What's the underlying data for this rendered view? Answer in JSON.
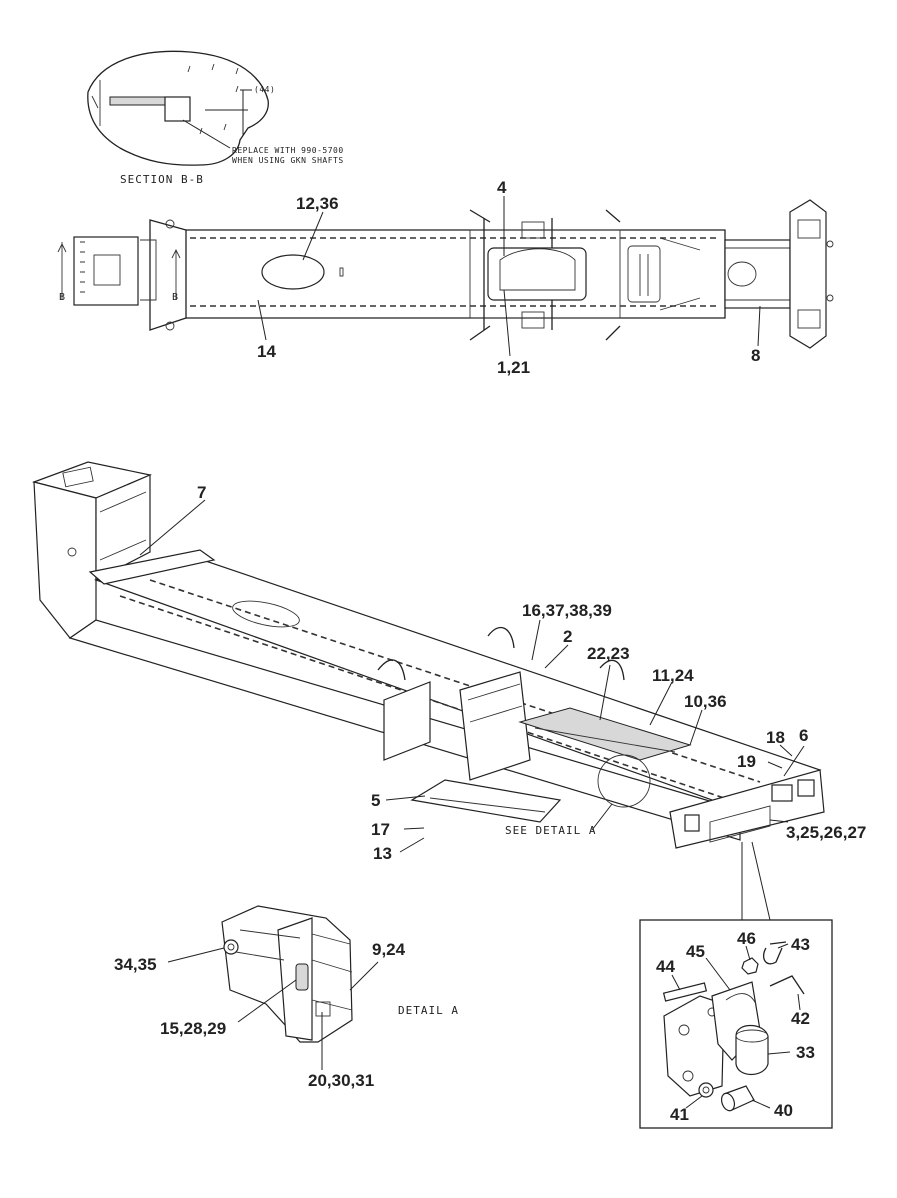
{
  "section": {
    "note_dim": "(44)",
    "note_line1": "REPLACE WITH 990-5700",
    "note_line2": "WHEN USING GKN SHAFTS",
    "caption": "SECTION B-B",
    "cut_letter": "B"
  },
  "detail": {
    "see_label": "SEE DETAIL A",
    "caption": "DETAIL A"
  },
  "callouts": {
    "c4": "4",
    "c12_36_top": "12,36",
    "c14": "14",
    "c1_21": "1,21",
    "c8": "8",
    "c7": "7",
    "c16_37_38_39": "16,37,38,39",
    "c2": "2",
    "c22_23": "22,23",
    "c11_24": "11,24",
    "c10_36": "10,36",
    "c18": "18",
    "c6": "6",
    "c19": "19",
    "c5": "5",
    "c17": "17",
    "c13": "13",
    "c3_25_26_27": "3,25,26,27",
    "c34_35": "34,35",
    "c9_24": "9,24",
    "c15_28_29": "15,28,29",
    "c20_30_31": "20,30,31",
    "c46": "46",
    "c43": "43",
    "c45": "45",
    "c44": "44",
    "c42": "42",
    "c33": "33",
    "c41": "41",
    "c40": "40"
  }
}
